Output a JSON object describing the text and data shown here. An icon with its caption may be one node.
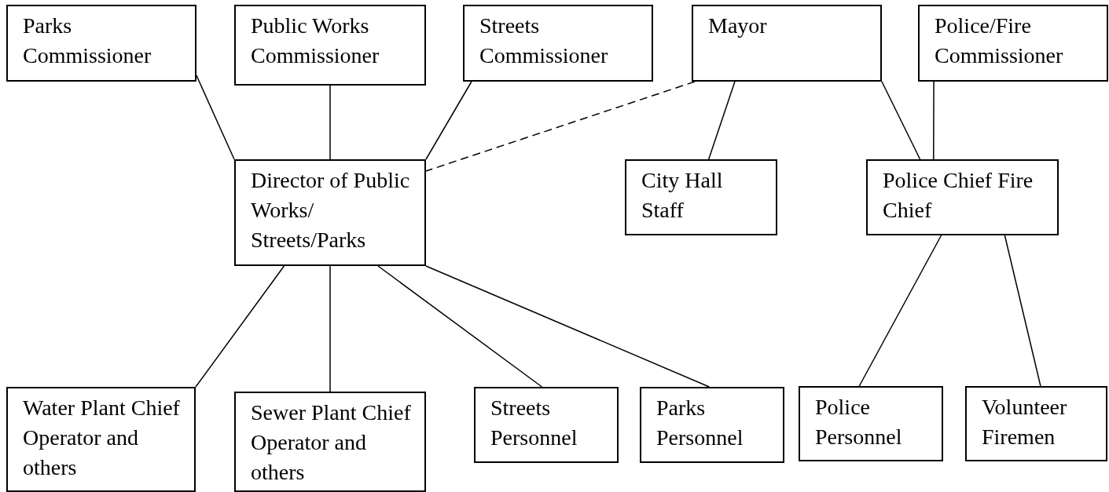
{
  "diagram": {
    "nodes": [
      {
        "text": [
          "Parks Commissioner"
        ]
      },
      {
        "text": [
          "Public Works Commissioner"
        ]
      },
      {
        "text": [
          "Streets Commissioner"
        ]
      },
      {
        "text": [
          "Mayor"
        ]
      },
      {
        "text": [
          "Police/Fire Commissioner"
        ]
      },
      {
        "text": [
          "Director of Public Works/ Streets/Parks"
        ]
      },
      {
        "text": [
          "City Hall Staff"
        ]
      },
      {
        "text": [
          "Police Chief Fire Chief"
        ]
      },
      {
        "text": [
          "Water Plant Chief Operator and others"
        ]
      },
      {
        "text": [
          "Sewer Plant Chief Operator and others"
        ]
      },
      {
        "text": [
          "Streets Personnel"
        ]
      },
      {
        "text": [
          "Parks Personnel"
        ]
      },
      {
        "text": [
          "Police Personnel"
        ]
      },
      {
        "text": [
          "Volunteer Firemen"
        ]
      }
    ],
    "edges": [
      {
        "from": 0,
        "to": 5,
        "arrow": "none"
      },
      {
        "from": 1,
        "to": 5,
        "arrow": "none"
      },
      {
        "from": 2,
        "to": 5,
        "arrow": "none"
      },
      {
        "from": 3,
        "to": 5,
        "arrow": "none",
        "style": "dashed"
      },
      {
        "from": 3,
        "to": 6,
        "arrow": "none"
      },
      {
        "from": 3,
        "to": 7,
        "arrow": "none"
      },
      {
        "from": 4,
        "to": 7,
        "arrow": "none"
      },
      {
        "from": 5,
        "to": 8,
        "arrow": "none"
      },
      {
        "from": 5,
        "to": 9,
        "arrow": "none"
      },
      {
        "from": 5,
        "to": 10,
        "arrow": "none"
      },
      {
        "from": 5,
        "to": 11,
        "arrow": "none"
      },
      {
        "from": 7,
        "to": 12,
        "arrow": "none"
      },
      {
        "from": 7,
        "to": 13,
        "arrow": "none"
      }
    ]
  }
}
